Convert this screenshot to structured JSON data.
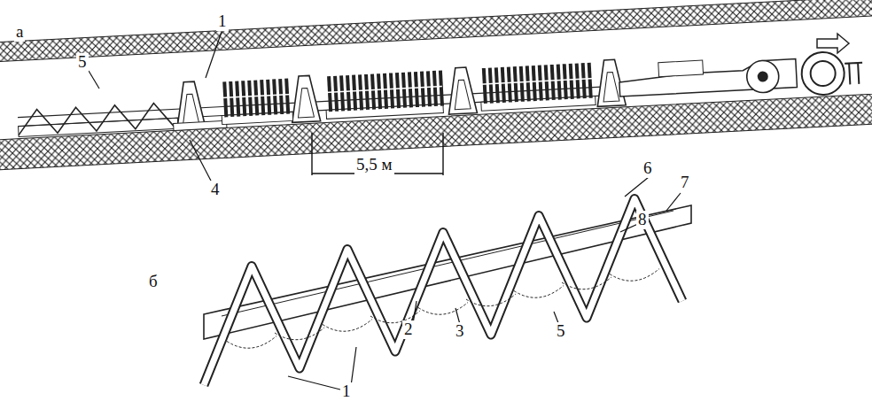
{
  "diagram": {
    "labels": [
      "а",
      "1",
      "5",
      "4",
      "5,5 м",
      "б",
      "6",
      "7",
      "8",
      "2",
      "3",
      "5",
      "1"
    ]
  }
}
